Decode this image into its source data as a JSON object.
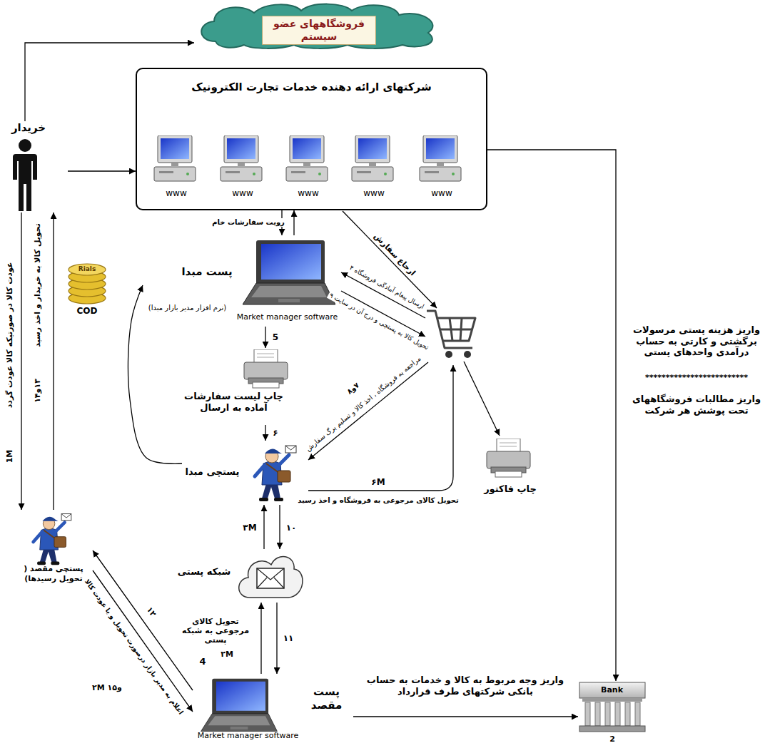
{
  "diagram": {
    "nodes": [
      {
        "text": [
          "فروشگاههای عضو سیستم"
        ]
      },
      {
        "text": [
          "شرکتهای ارائه دهنده خدمات تجارت الکترونیک"
        ]
      },
      {
        "text": [
          "www"
        ],
        "in": 1
      },
      {
        "text": [
          "www"
        ],
        "in": 1
      },
      {
        "text": [
          "www"
        ],
        "in": 1
      },
      {
        "text": [
          "www"
        ],
        "in": 1
      },
      {
        "text": [
          "www"
        ],
        "in": 1
      },
      {
        "text": [
          "خریدار"
        ]
      },
      {
        "text": [
          "پست مبدا",
          "Market manager software",
          "(نرم افزار مدیر بازار مبدا)"
        ]
      },
      {
        "text": [
          "چاپ لیست سفارشات آماده به ارسال"
        ]
      },
      {
        "text": [
          "چاپ فاکتور"
        ]
      },
      {
        "text": [
          "پستچی مبدا"
        ]
      },
      {
        "text": [
          "شبکه پستی"
        ]
      },
      {
        "text": [
          "پستچی مقصد ( تحویل رسیدها)"
        ]
      },
      {
        "text": [
          "پست مقصد",
          "Market manager software"
        ]
      },
      {
        "text": [
          "Bank"
        ]
      }
    ],
    "edges": [
      {
        "from": 7,
        "to": 0,
        "arrow": "to"
      },
      {
        "from": 7,
        "to": 1,
        "arrow": "to"
      },
      {
        "from": 1,
        "to": 8,
        "label": "رویت سفارشات خام",
        "arrow": "to"
      },
      {
        "from": 8,
        "to": 1,
        "arrow": "to"
      },
      {
        "from": 1,
        "to": 15,
        "arrow": "to"
      },
      {
        "from": 8,
        "to": 9,
        "label": "5",
        "arrow": "to"
      },
      {
        "from": 9,
        "to": 11,
        "label": "۶",
        "arrow": "to"
      },
      {
        "from": 11,
        "to": 8,
        "arrow": "to"
      },
      {
        "from": 11,
        "to": 12,
        "label": "۱۰",
        "arrow": "to"
      },
      {
        "from": 12,
        "to": 11,
        "label": "۳M",
        "arrow": "to"
      },
      {
        "from": 12,
        "to": 14,
        "label": "۱۱",
        "arrow": "to"
      },
      {
        "from": 14,
        "to": 12,
        "label": "تحویل کالای مرجوعی به شبکه پستی",
        "arrow": "to"
      },
      {
        "from": 14,
        "to": 13,
        "label": "۱۲",
        "arrow": "to"
      },
      {
        "from": 13,
        "to": 14,
        "label": "اعلام به مدیر بازار درصورت تحویل و یا عودت کالا",
        "arrow": "to"
      },
      {
        "from": 13,
        "to": 7,
        "label": "تحویل کالا به خریدار و اخذ رسید",
        "arrow": "to"
      },
      {
        "from": 7,
        "to": 13,
        "label": "عودت کالا در صورتیکه کالا عودت گردد",
        "arrow": "to"
      },
      {
        "from": 14,
        "to": 15,
        "label": "واریز وجه مربوط به کالا و خدمات به حساب بانکی شرکتهای طرف قرارداد",
        "arrow": "to"
      }
    ],
    "labels": [
      "Rials",
      "COD",
      "ارجاع سفارش",
      "ارسال پیغام آمادگی فروشگاه ۴",
      "تحویل کالا به پستچی و درج آن در سایت ۹",
      "مراجعه به فروشگاه ، اخذ کالا و تسلیم برگ سفارش",
      "۷و۸",
      "تحویل کالای مرجوعی به فروشگاه و اخذ رسید",
      "۶M",
      "۲M",
      "۱۳و۱۴",
      "1M",
      "۲M و۱۵",
      "4",
      "2",
      "واریز هزینه پستی مرسولات برگشتی و کارتی به حساب درآمدی واحدهای پستی",
      "*************************",
      "واریز مطالبات فروشگاههای تحت پوشش هر شرکت"
    ]
  }
}
